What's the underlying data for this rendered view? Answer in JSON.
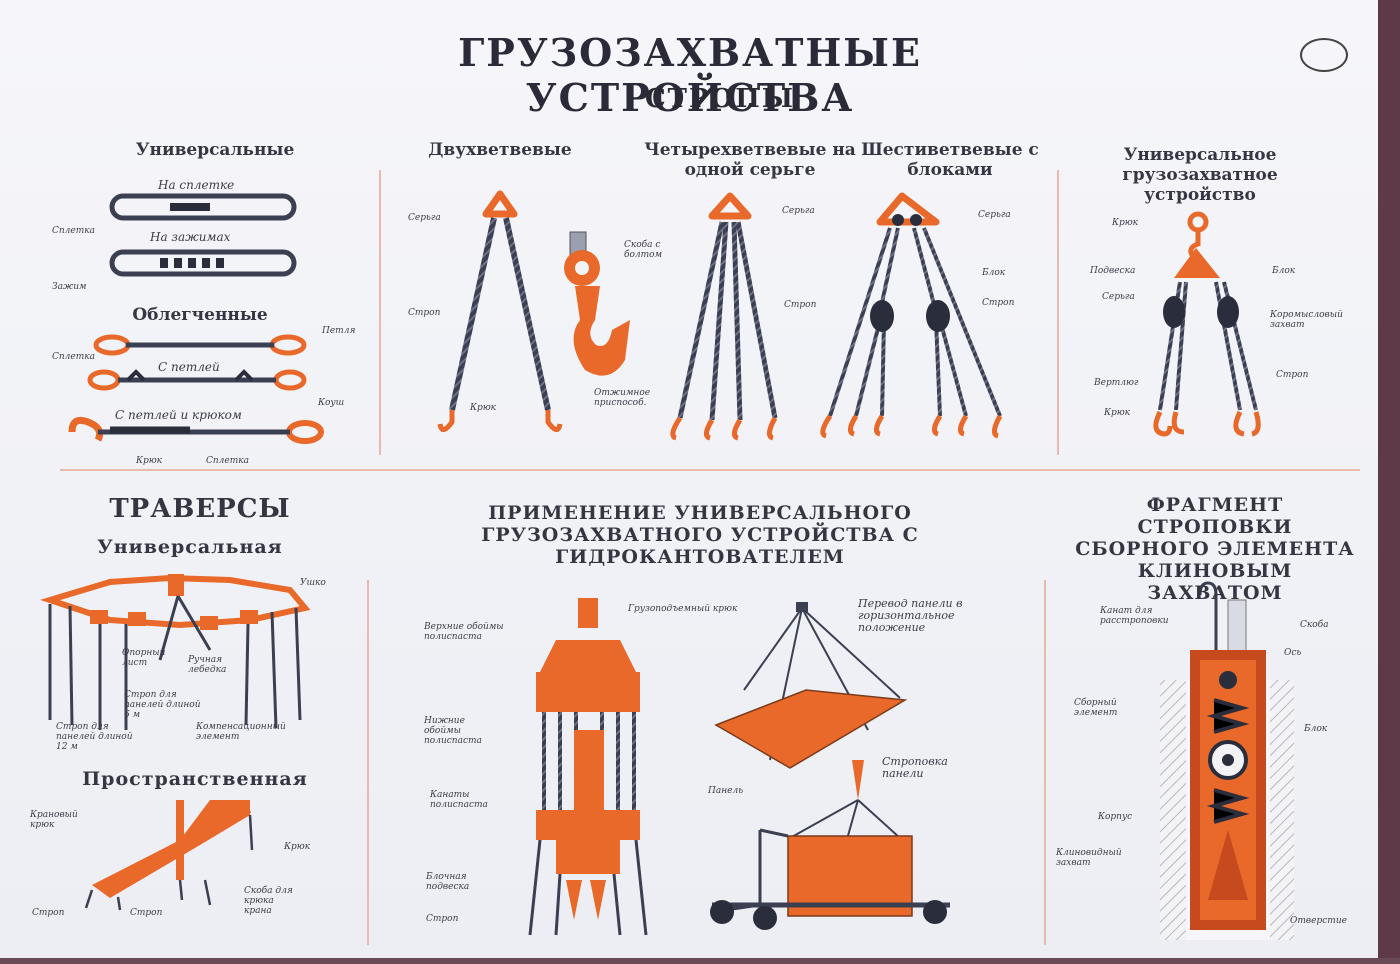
{
  "title": "ГРУЗОЗАХВАТНЫЕ УСТРОЙСТВА",
  "subtitle": "СТРОПЫ",
  "colors": {
    "orange": "#e8692a",
    "rope": "#3b3f52",
    "ink": "#2a2a34"
  },
  "stropes": {
    "universal": {
      "heading": "Универсальные",
      "on_splice": "На сплетке",
      "on_clamps": "На зажимах",
      "l_splice": "Сплетка",
      "l_clamps": "Зажим"
    },
    "light": {
      "heading": "Облегченные",
      "with_loop": "С петлей",
      "with_loop_hook": "С петлей и крюком",
      "l_loop": "Петля",
      "l_splice": "Сплетка",
      "l_thimble": "Коуш",
      "l_hook": "Крюк",
      "l_splice2": "Сплетка"
    },
    "two": {
      "heading": "Двухветвевые",
      "l_ring": "Серьга",
      "l_rope": "Строп",
      "l_hook": "Крюк",
      "l_bracket": "Скоба с болтом",
      "l_hook_detail": "Отжимное приспособ."
    },
    "four": {
      "heading": "Четырехветвевые на одной серьге",
      "l_ring": "Серьга",
      "l_rope": "Строп"
    },
    "six": {
      "heading": "Шестиветвевые с блоками",
      "l_ring": "Серьга",
      "l_block": "Блок",
      "l_rope": "Строп"
    },
    "uni_device": {
      "heading": "Универсальное грузозахватное устройство",
      "l_hook": "Крюк",
      "l_trav": "Подвеска",
      "l_ring": "Серьга",
      "l_rope": "Строп",
      "l_block": "Блок",
      "l_grip": "Коромысловый захват",
      "l_turn": "Вертлюг",
      "l_hook2": "Крюк"
    }
  },
  "travers": {
    "heading": "ТРАВЕРСЫ",
    "universal": "Универсальная",
    "spatial": "Пространственная",
    "l_eye": "Ушко",
    "l_support": "Опорный лист",
    "l_carriage": "Ручная лебедка",
    "l_rope6": "Строп для панелей длиной 6 м",
    "l_rope12": "Строп для панелей длиной 12 м",
    "l_compensator": "Компенсационный элемент",
    "l_crane_hook": "Крановый крюк",
    "l_hook": "Крюк",
    "l_rope_a": "Строп",
    "l_rope_b": "Строп",
    "l_bracket": "Скоба для крюка крана"
  },
  "application": {
    "heading": "ПРИМЕНЕНИЕ УНИВЕРСАЛЬНОГО ГРУЗОЗАХВАТНОГО УСТРОЙСТВА С ГИДРОКАНТОВАТЕЛЕМ",
    "l_crane_hook": "Грузоподъемный крюк",
    "l_top_blocks": "Верхние обоймы полиспаста",
    "l_low_blocks": "Нижние обоймы полиспаста",
    "l_ropes": "Канаты полиспаста",
    "l_trav": "Блочная подвеска",
    "l_rope": "Строп",
    "l_move": "Перевод панели в горизонтальное положение",
    "l_panel": "Панель",
    "l_slinging": "Строповка панели"
  },
  "fragment": {
    "heading": "ФРАГМЕНТ СТРОПОВКИ СБОРНОГО ЭЛЕМЕНТА КЛИНОВЫМ ЗАХВАТОМ",
    "l_rope_release": "Канат для расстроповки",
    "l_bracket": "Скоба",
    "l_axis": "Ось",
    "l_element": "Сборный элемент",
    "l_block": "Блок",
    "l_body": "Корпус",
    "l_wedge": "Клиновидный захват",
    "l_hole": "Отверстие"
  }
}
